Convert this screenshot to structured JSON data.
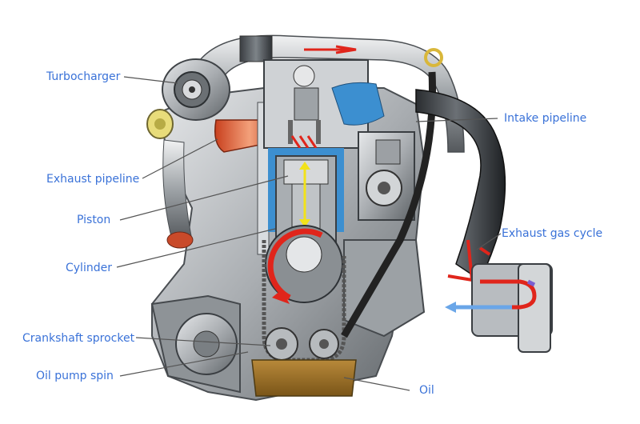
{
  "labels": {
    "turbocharger": "Turbocharger",
    "exhaust_pipeline": "Exhaust pipeline",
    "piston": "Piston",
    "cylinder": "Cylinder",
    "crankshaft_sprocket": "Crankshaft sprocket",
    "oil_pump_spin": "Oil pump spin",
    "oil": "Oil",
    "intake_pipeline": "Intake pipeline",
    "exhaust_gas_cycle": "Exhaust gas cycle"
  },
  "colors": {
    "label_text": "#3a72d8",
    "leader_line": "#555555",
    "arrow_red": "#e0251b",
    "arrow_yellow": "#f2e21a",
    "arrow_blue": "#6aa6e8",
    "coolant_blue": "#3c8fd0",
    "metal": "#b9bcbf",
    "oil": "#a0772e"
  }
}
